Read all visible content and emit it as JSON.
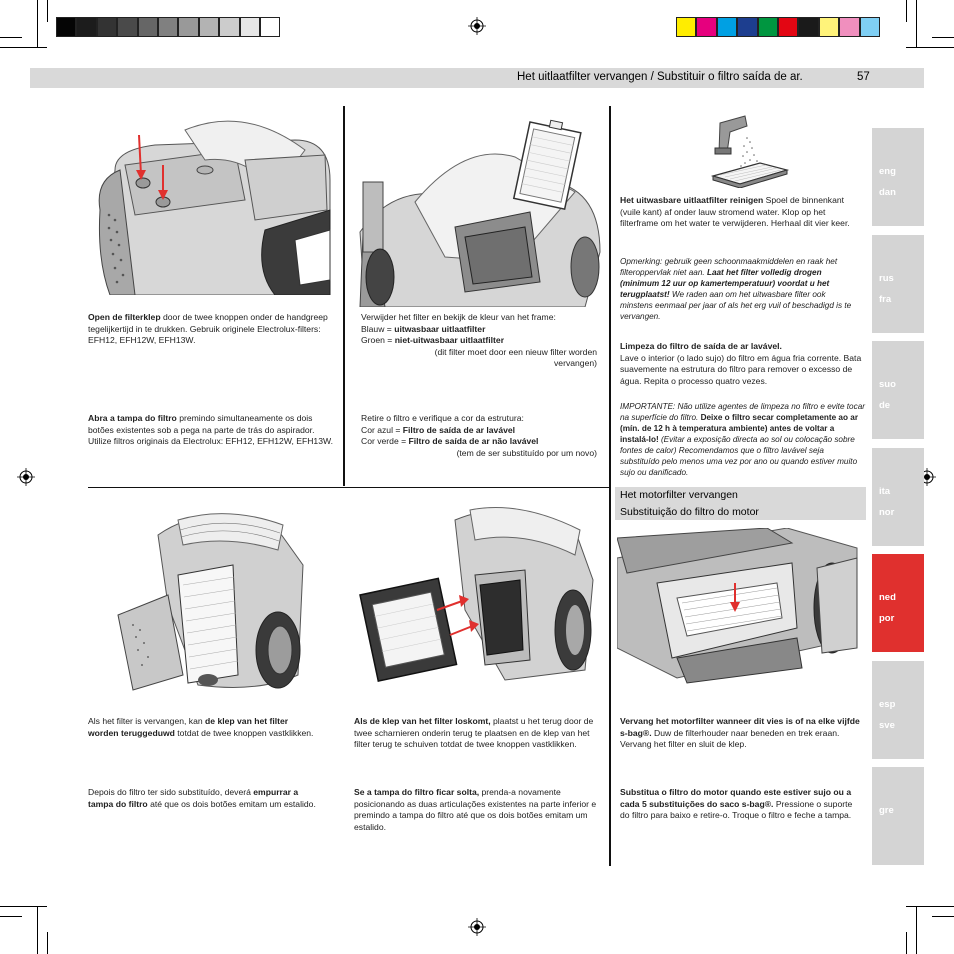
{
  "header": {
    "title": "Het uitlaatfilter vervangen / Substituir o filtro saída de ar.",
    "page_number": "57"
  },
  "swatches": {
    "gray": [
      "#050505",
      "#1c1c1c",
      "#333333",
      "#4a4a4a",
      "#666666",
      "#808080",
      "#999999",
      "#b3b3b3",
      "#cccccc",
      "#e6e6e6",
      "#ffffff"
    ],
    "color": [
      "#ffed00",
      "#e6007e",
      "#00a0e3",
      "#1d3e8f",
      "#009640",
      "#e30613",
      "#1a1a1a",
      "#fff37a",
      "#f08fbe",
      "#7fcff4"
    ]
  },
  "languages": [
    [
      "eng",
      "dan"
    ],
    [
      "rus",
      "fra"
    ],
    [
      "suo",
      "de"
    ],
    [
      "ita",
      "nor"
    ],
    [
      "ned",
      "por"
    ],
    [
      "esp",
      "sve"
    ],
    [
      "gre"
    ]
  ],
  "accent_color": "#e0302e",
  "col1": {
    "nl_bold": "Open de filterklep",
    "nl_text": " door de twee knoppen onder de handgreep tegelijkertijd in te drukken. Gebruik originele Electrolux-filters: EFH12, EFH12W, EFH13W.",
    "pt_bold": "Abra a tampa do filtro",
    "pt_text": " premindo simultaneamente os dois botões existentes sob a pega na parte de trás do aspirador. Utilize filtros originais da Electrolux: EFH12, EFH12W, EFH13W."
  },
  "col2": {
    "nl_line1": "Verwijder het filter en bekijk de kleur van het frame:",
    "nl_blue_label": "Blauw = ",
    "nl_blue_value": "uitwasbaar uitlaatfilter",
    "nl_green_label": "Groen = ",
    "nl_green_value": "niet-uitwasbaar uitlaatfilter",
    "nl_note": "(dit filter moet door een nieuw filter worden vervangen)",
    "pt_line1": "Retire o filtro e verifique a cor da estrutura:",
    "pt_blue_label": "Cor azul = ",
    "pt_blue_value": "Filtro de saída de ar lavável",
    "pt_green_label": "Cor verde = ",
    "pt_green_value": "Filtro de saída de ar não lavável",
    "pt_note": "(tem de ser substituído por um novo)"
  },
  "col3": {
    "nl_bold": "Het uitwasbare uitlaatfilter reinigen",
    "nl_text": " Spoel de binnenkant (vuile kant) af onder lauw stromend water. Klop op het filterframe om het water te verwijderen. Herhaal dit vier keer.",
    "nl_note_a": "Opmerking: gebruik geen schoonmaakmiddelen en raak het filteroppervlak niet aan. ",
    "nl_note_bold": "Laat het filter volledig drogen (minimum 12 uur op kamertemperatuur) voordat u het terugplaatst!",
    "nl_note_b": " We raden aan om het uitwasbare filter ook minstens eenmaal per jaar of als het erg vuil of beschadigd is te vervangen.",
    "pt_bold": "Limpeza do filtro de saída de ar lavável.",
    "pt_text": "Lave o interior (o lado sujo) do filtro em água fria corrente. Bata suavemente na estrutura do filtro para remover o excesso de água. Repita o processo quatro vezes.",
    "pt_note_a": "IMPORTANTE: Não utilize agentes de limpeza no filtro e evite tocar na superfície do filtro. ",
    "pt_note_bold": "Deixe o filtro secar completamente ao ar (mín. de 12 h à temperatura ambiente) antes de voltar a instalá-lo!",
    "pt_note_b": " (Evitar a exposição directa ao sol ou colocação sobre fontes de calor) Recomendamos que o filtro lavável seja substituído pelo menos uma vez por ano ou quando estiver muito sujo ou danificado."
  },
  "motor_section": {
    "title_nl": "Het motorfilter vervangen",
    "title_pt": "Substituição do filtro do motor"
  },
  "bottom1": {
    "nl_a": "Als het filter is vervangen, kan ",
    "nl_bold": "de klep van het filter worden teruggeduwd",
    "nl_b": " totdat de twee knoppen vastklikken.",
    "pt_a": "Depois do filtro ter sido substituído, deverá ",
    "pt_bold": "empurrar a tampa do filtro",
    "pt_b": " até que os dois botões emitam um estalido."
  },
  "bottom2": {
    "nl_bold": "Als de klep van het filter loskomt,",
    "nl_text": " plaatst u het terug door de twee scharnieren onderin terug te plaatsen en de klep van het filter terug te schuiven totdat de twee knoppen vastklikken.",
    "pt_bold": "Se a tampa do filtro ficar solta,",
    "pt_text": " prenda-a novamente posicionando as duas articulações existentes na parte inferior e premindo a tampa do filtro até que os dois botões emitam um estalido."
  },
  "bottom3": {
    "nl_bold": "Vervang het motorfilter wanneer dit vies is of na elke vijfde s-bag®.",
    "nl_text": " Duw de filterhouder naar beneden en trek eraan. Vervang het filter en sluit de klep.",
    "pt_bold": "Substitua o filtro do motor quando este estiver sujo ou a cada 5 substituições do saco s-bag®.",
    "pt_text": " Pressione o suporte do filtro para baixo e retire-o. Troque o filtro e feche a tampa."
  }
}
